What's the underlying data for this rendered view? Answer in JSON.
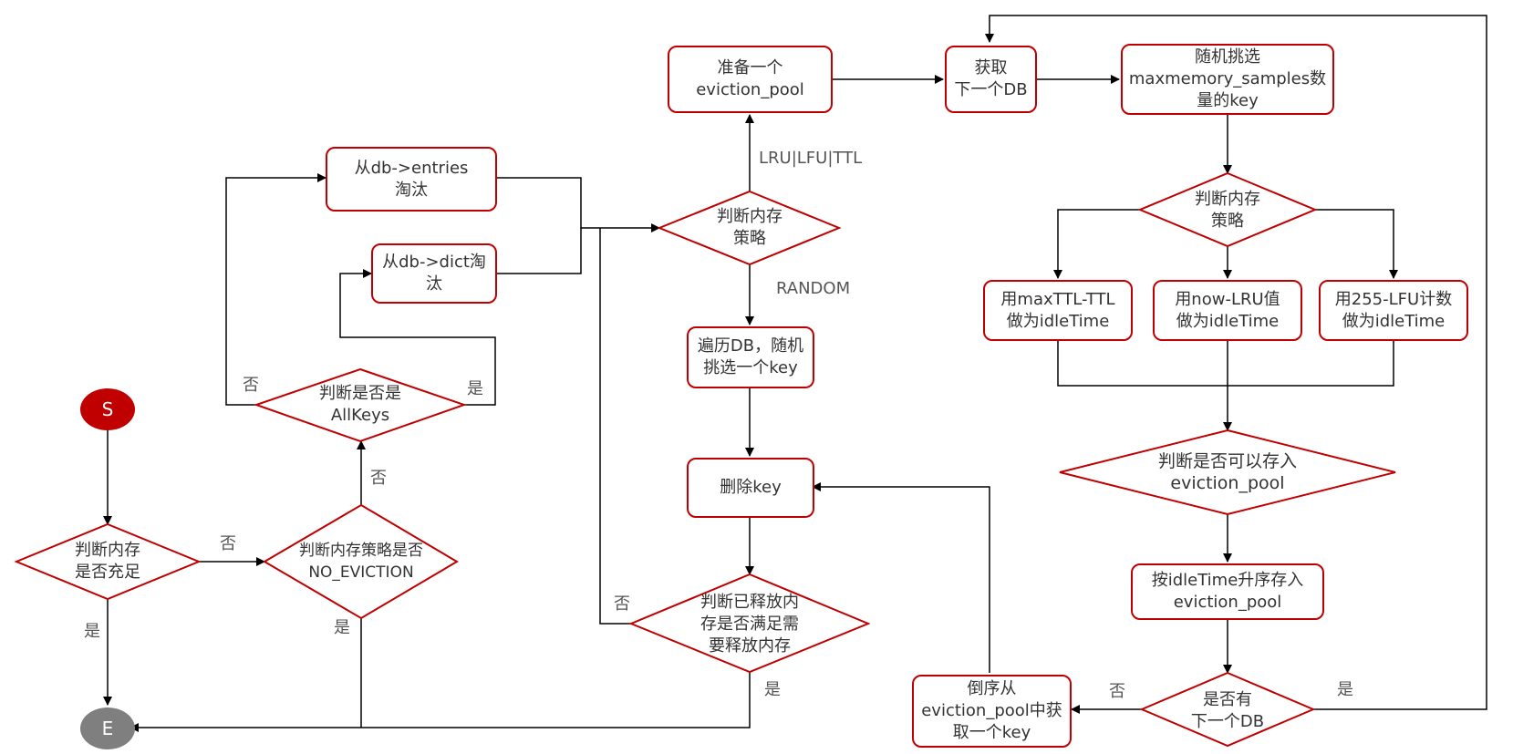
{
  "colors": {
    "node_border": "#c00000",
    "start_fill": "#c00000",
    "end_fill": "#7f7f7f",
    "edge": "#000000",
    "text": "#333333"
  },
  "terminals": {
    "start": "S",
    "end": "E"
  },
  "nodes": {
    "check_memory": "判断内存\n是否充足",
    "check_no_eviction": "判断内存策略是否\nNO_EVICTION",
    "check_allkeys": "判断是否是\nAllKeys",
    "evict_entries": "从db->entries\n淘汰",
    "evict_dict": "从db->dict淘\n汰",
    "check_policy_a": "判断内存\n策略",
    "prepare_pool": "准备一个\neviction_pool",
    "random_pick": "遍历DB，随机\n挑选一个key",
    "delete_key": "删除key",
    "check_freed": "判断已释放内\n存是否满足需\n要释放内存",
    "next_db": "获取\n下一个DB",
    "sample_keys": "随机挑选\nmaxmemory_samples数\n量的key",
    "check_policy_b": "判断内存\n策略",
    "ttl_idle": "用maxTTL-TTL\n做为idleTime",
    "lru_idle": "用now-LRU值\n做为idleTime",
    "lfu_idle": "用255-LFU计数\n做为idleTime",
    "check_can_store": "判断是否可以存入\neviction_pool",
    "store_sorted": "按idleTime升序存入\neviction_pool",
    "has_next_db": "是否有\n下一个DB",
    "pop_reverse": "倒序从\neviction_pool中获\n取一个key"
  },
  "edge_labels": {
    "memory_no": "否",
    "memory_yes": "是",
    "no_eviction_no": "否",
    "no_eviction_yes": "是",
    "allkeys_no": "否",
    "allkeys_yes": "是",
    "policy_lru_lfu_ttl": "LRU|LFU|TTL",
    "policy_random": "RANDOM",
    "freed_no": "否",
    "freed_yes": "是",
    "next_db_no": "否",
    "next_db_yes": "是"
  }
}
